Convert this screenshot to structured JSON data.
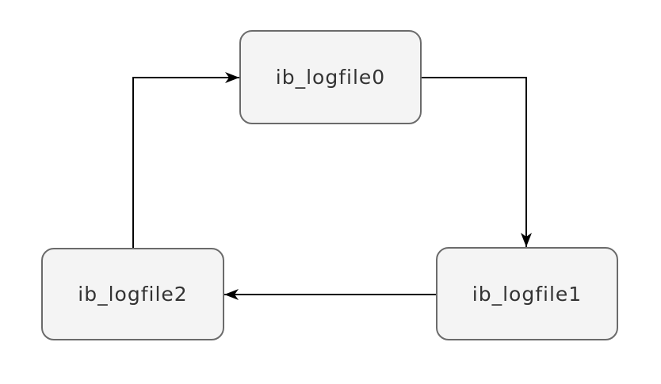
{
  "diagram": {
    "nodes": [
      {
        "id": "ib_logfile0",
        "label": "ib_logfile0"
      },
      {
        "id": "ib_logfile1",
        "label": "ib_logfile1"
      },
      {
        "id": "ib_logfile2",
        "label": "ib_logfile2"
      }
    ],
    "edges": [
      {
        "from": "ib_logfile0",
        "to": "ib_logfile1",
        "direction": "down"
      },
      {
        "from": "ib_logfile1",
        "to": "ib_logfile2",
        "direction": "left"
      },
      {
        "from": "ib_logfile2",
        "to": "ib_logfile0",
        "direction": "up-right"
      }
    ],
    "colors": {
      "background": "#ffffff",
      "node_fill": "#f4f4f4",
      "node_border": "#6b6b6b",
      "node_text": "#333333",
      "edge": "#000000"
    }
  }
}
